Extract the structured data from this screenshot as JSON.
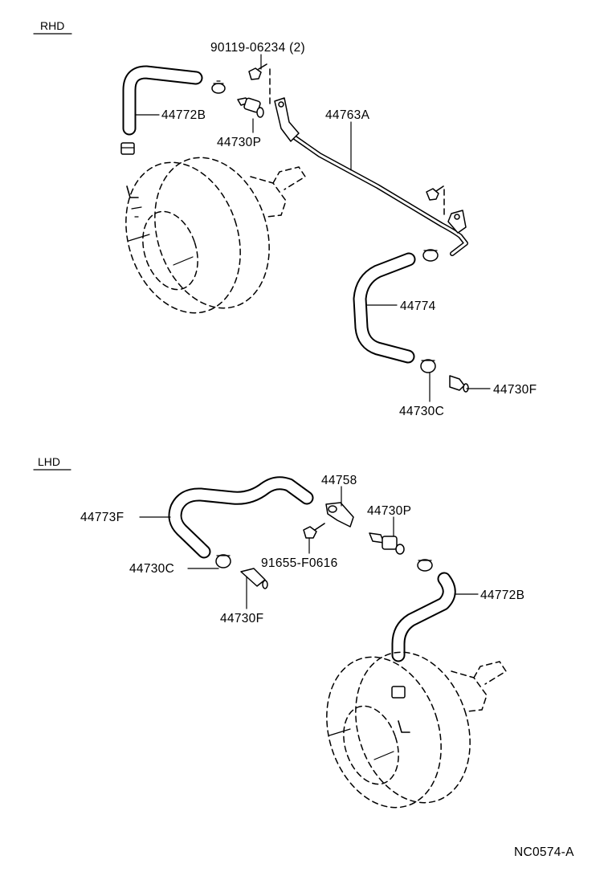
{
  "sections": {
    "rhd": "RHD",
    "lhd": "LHD"
  },
  "labels": {
    "rhd_bolt": "90119-06234 (2)",
    "rhd_hose_44772b": "44772B",
    "rhd_valve_44730p": "44730P",
    "rhd_pipe_44763a": "44763A",
    "rhd_hose_44774": "44774",
    "rhd_clamp_44730c": "44730C",
    "rhd_union_44730f": "44730F",
    "lhd_clamp_44758": "44758",
    "lhd_hose_44773f": "44773F",
    "lhd_valve_44730p": "44730P",
    "lhd_clamp_44730c": "44730C",
    "lhd_bolt": "91655-F0616",
    "lhd_hose_44772b": "44772B",
    "lhd_union_44730f": "44730F"
  },
  "figure_id": "NC0574-A"
}
